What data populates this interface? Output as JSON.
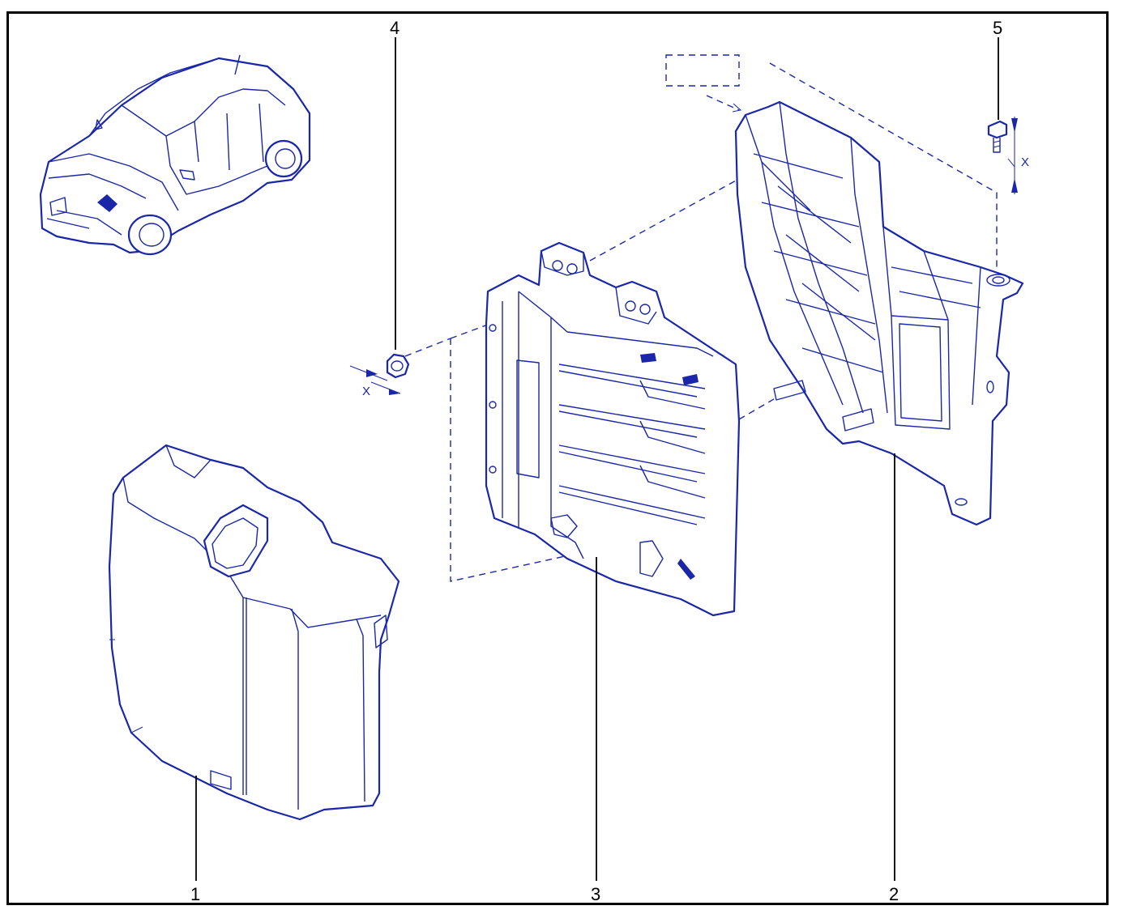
{
  "callouts": {
    "c1": "1",
    "c2": "2",
    "c3": "3",
    "c4": "4",
    "c5": "5"
  },
  "dimensions": {
    "nut": "X",
    "bolt": "X"
  },
  "colors": {
    "line": "#1a27a8",
    "frame": "#000000",
    "background": "#ffffff"
  }
}
